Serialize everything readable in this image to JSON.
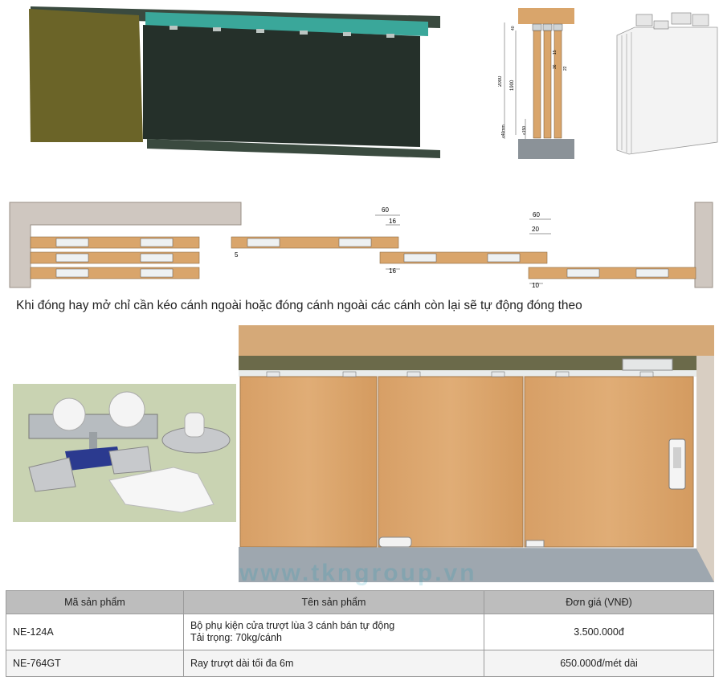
{
  "caption": "Khi đóng hay mở chỉ cần kéo cánh ngoài hoặc đóng cánh ngoài các cánh còn lại sẽ tự động đóng theo",
  "watermark": "www.tkngroup.vn",
  "dimensions": {
    "elevation": [
      "2000",
      "1900",
      "40",
      "22",
      "15",
      "36",
      "≤150",
      "≤40mm"
    ],
    "plan": [
      "60",
      "16",
      "5",
      "16",
      "60",
      "20",
      "10"
    ]
  },
  "table": {
    "headers": [
      "Mã sản phẩm",
      "Tên sản phẩm",
      "Đơn giá (VNĐ)"
    ],
    "rows": [
      {
        "code": "NE-124A",
        "name_line1": "Bộ phụ kiện cửa trượt lùa 3 cánh bán tự động",
        "name_line2": "Tải trọng: 70kg/cánh",
        "price": "3.500.000đ"
      },
      {
        "code": "NE-764GT",
        "name_line1": "Ray trượt dài tối đa 6m",
        "name_line2": "",
        "price": "650.000đ/mét dài"
      }
    ]
  },
  "colors": {
    "wood": "#d9a56b",
    "dark_panel": "#25302a",
    "olive": "#6b6428",
    "teal": "#3aa79a",
    "header_gray": "#bdbdbd"
  }
}
